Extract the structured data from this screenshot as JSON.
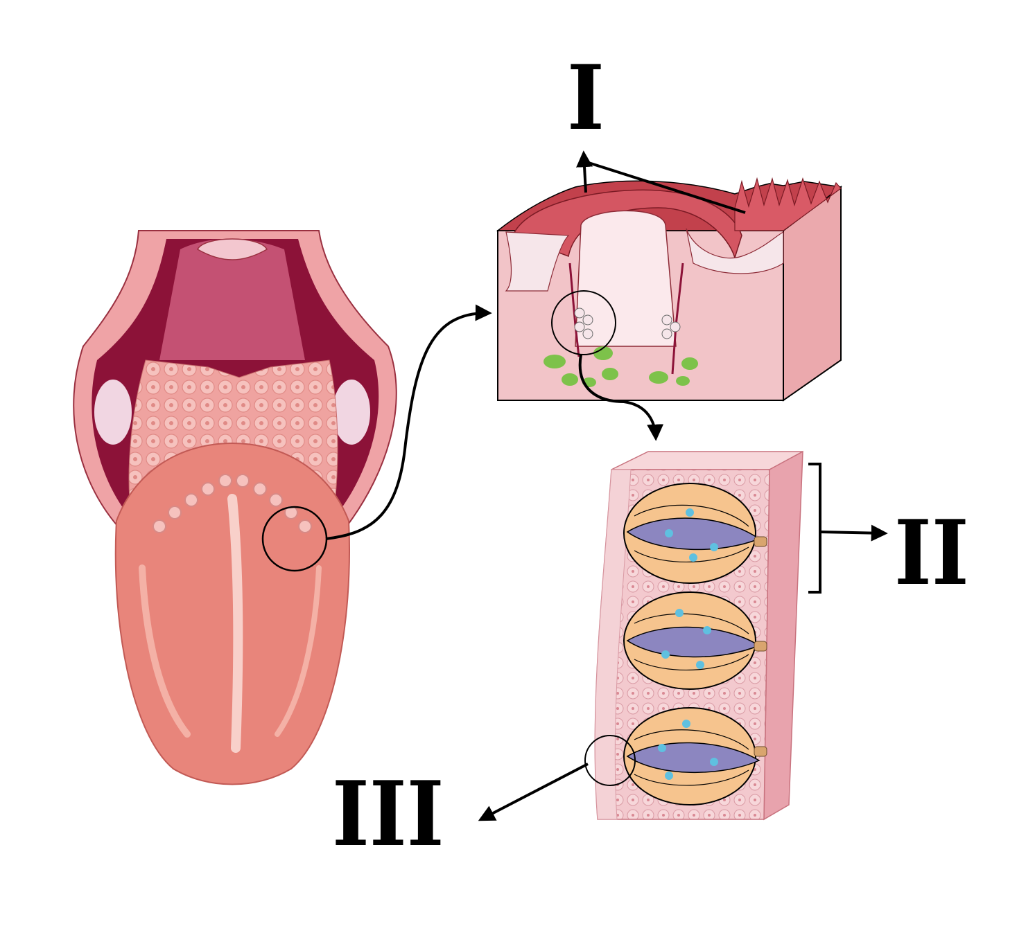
{
  "labels": {
    "i": "I",
    "ii": "II",
    "iii": "III"
  },
  "colors": {
    "tongue_body": "#E8857B",
    "tongue_highlight": "#F4B1A6",
    "mouth_dark": "#8C1238",
    "mouth_mid": "#B8265A",
    "papilla_tissue": "#F2C4C8",
    "papilla_red": "#B9333E",
    "taste_bud_orange": "#F6C48E",
    "taste_bud_purple": "#8C86C0",
    "nerve_green": "#7DC24A",
    "cell_blue": "#5FC0E0",
    "arrow": "#000000"
  }
}
